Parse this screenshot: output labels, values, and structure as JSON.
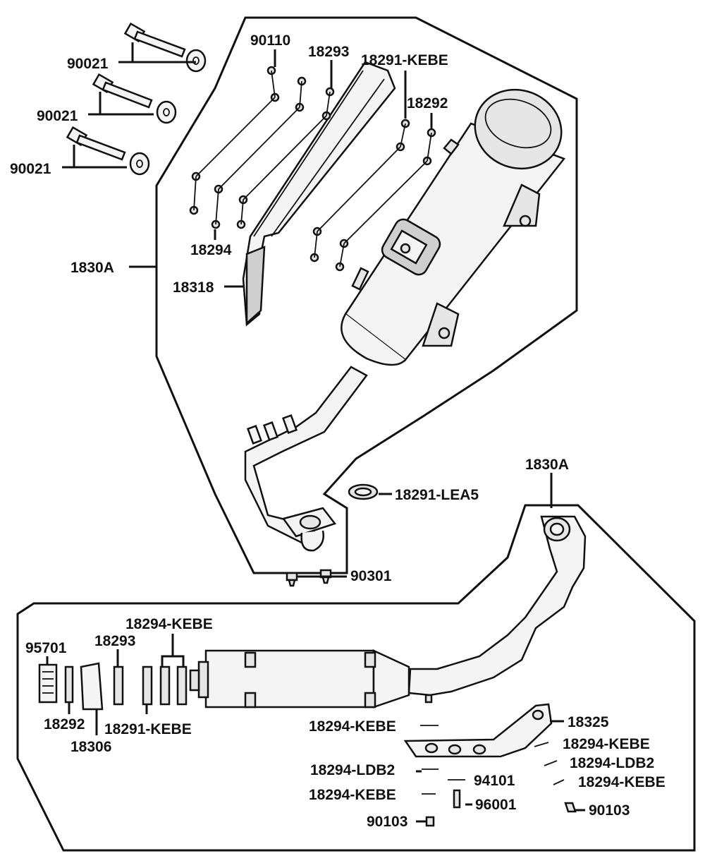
{
  "diagram": {
    "labels": {
      "l_90021_a": "90021",
      "l_90021_b": "90021",
      "l_90021_c": "90021",
      "l_90110": "90110",
      "l_18293_top": "18293",
      "l_18291_kebe_top": "18291-KEBE",
      "l_18292_top": "18292",
      "l_18294_top": "18294",
      "l_1830a_left": "1830A",
      "l_18318": "18318",
      "l_18291_lea5": "18291-LEA5",
      "l_90301": "90301",
      "l_1830a_right": "1830A",
      "l_18294_kebe_group": "18294-KEBE",
      "l_95701": "95701",
      "l_18293_bottom": "18293",
      "l_18292_bottom": "18292",
      "l_18291_kebe_bottom": "18291-KEBE",
      "l_18306": "18306",
      "l_18294_kebe_mid": "18294-KEBE",
      "l_18325": "18325",
      "l_18294_kebe_r1": "18294-KEBE",
      "l_18294_ldb2_left": "18294-LDB2",
      "l_18294_ldb2_right": "18294-LDB2",
      "l_94101": "94101",
      "l_18294_kebe_low": "18294-KEBE",
      "l_18294_kebe_r2": "18294-KEBE",
      "l_96001": "96001",
      "l_90103_left": "90103",
      "l_90103_right": "90103"
    }
  }
}
